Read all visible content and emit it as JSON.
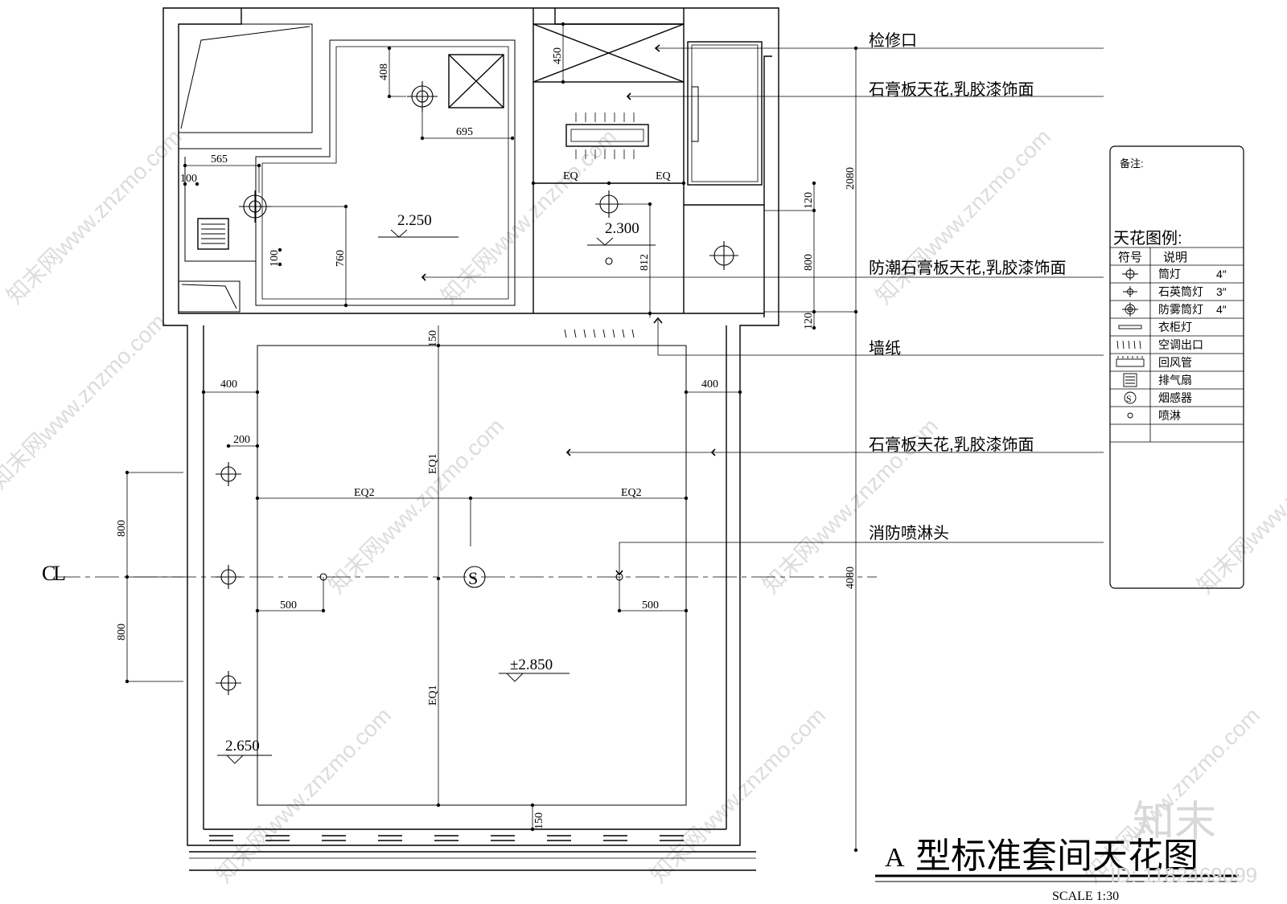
{
  "title": {
    "prefix": "A",
    "main": "型标准套间天花图",
    "scale": "SCALE 1:30"
  },
  "annotations": {
    "access_panel": "检修口",
    "gypsum_latex_1": "石膏板天花,乳胶漆饰面",
    "moisture_gypsum": "防潮石膏板天花,乳胶漆饰面",
    "wallpaper": "墙纸",
    "gypsum_latex_2": "石膏板天花,乳胶漆饰面",
    "sprinkler_head": "消防喷淋头"
  },
  "levels": {
    "bath": "2.250",
    "corridor": "2.300",
    "room": "±2.850",
    "window": "2.650"
  },
  "dimensions": {
    "d408": "408",
    "d695": "695",
    "d565": "565",
    "d100a": "100",
    "d100b": "100",
    "d760": "760",
    "d450": "450",
    "eq_a": "EQ",
    "eq_b": "EQ",
    "d812": "812",
    "d120a": "120",
    "d800r": "800",
    "d120b": "120",
    "d2080": "2080",
    "d150t": "150",
    "d400l": "400",
    "d400r": "400",
    "d200": "200",
    "eq1_top": "EQ1",
    "eq2_l": "EQ2",
    "eq2_r": "EQ2",
    "d500l": "500",
    "d500r": "500",
    "eq1_bot": "EQ1",
    "d150b": "150",
    "d800a": "800",
    "d800b": "800",
    "d4080": "4080",
    "cl": "CL"
  },
  "legend": {
    "notes_label": "备注:",
    "title": "天花图例:",
    "col_symbol": "符号",
    "col_desc": "说明",
    "rows": [
      {
        "icon": "downlight-icon",
        "desc": "筒灯",
        "size": "4″"
      },
      {
        "icon": "quartz-downlight-icon",
        "desc": "石英筒灯",
        "size": "3″"
      },
      {
        "icon": "fogproof-downlight-icon",
        "desc": "防雾筒灯",
        "size": "4″"
      },
      {
        "icon": "wardrobe-light-icon",
        "desc": "衣柜灯",
        "size": ""
      },
      {
        "icon": "ac-outlet-icon",
        "desc": "空调出口",
        "size": ""
      },
      {
        "icon": "return-air-icon",
        "desc": "回风管",
        "size": ""
      },
      {
        "icon": "exhaust-fan-icon",
        "desc": "排气扇",
        "size": ""
      },
      {
        "icon": "smoke-detector-icon",
        "desc": "烟感器",
        "size": ""
      },
      {
        "icon": "sprinkler-icon",
        "desc": "喷淋",
        "size": ""
      }
    ]
  },
  "watermark": {
    "logo": "知末",
    "id": "ID: 1182469099",
    "site": "知末网www.znzmo.com"
  }
}
